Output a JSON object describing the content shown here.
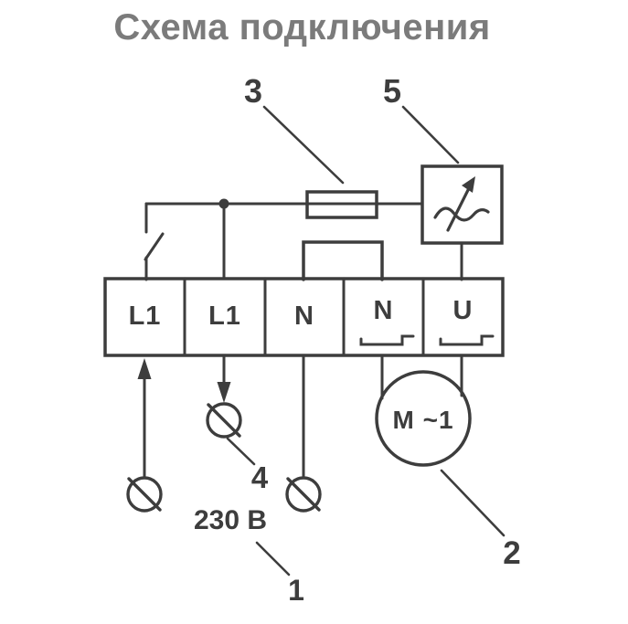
{
  "title": "Схема подключения",
  "diagram": {
    "terminals": [
      "L1",
      "L1",
      "N",
      "N",
      "U"
    ],
    "motor_label": "M ~1",
    "voltage_label": "230 В",
    "callouts": {
      "supply": "1",
      "motor": "2",
      "fuse": "3",
      "plug": "4",
      "controller": "5"
    },
    "icons": {
      "switch": "switch-icon",
      "fuse": "fuse-icon",
      "controller": "speed-controller-icon",
      "plug": "plug-terminal-icon",
      "motor": "single-phase-motor-icon",
      "arrow_in": "arrow-up-icon",
      "arrow_out": "arrow-down-icon"
    },
    "colors": {
      "line": "#3d3d3d",
      "title": "#7b7b7b",
      "label": "#3d3d3d",
      "background": "#ffffff"
    }
  }
}
